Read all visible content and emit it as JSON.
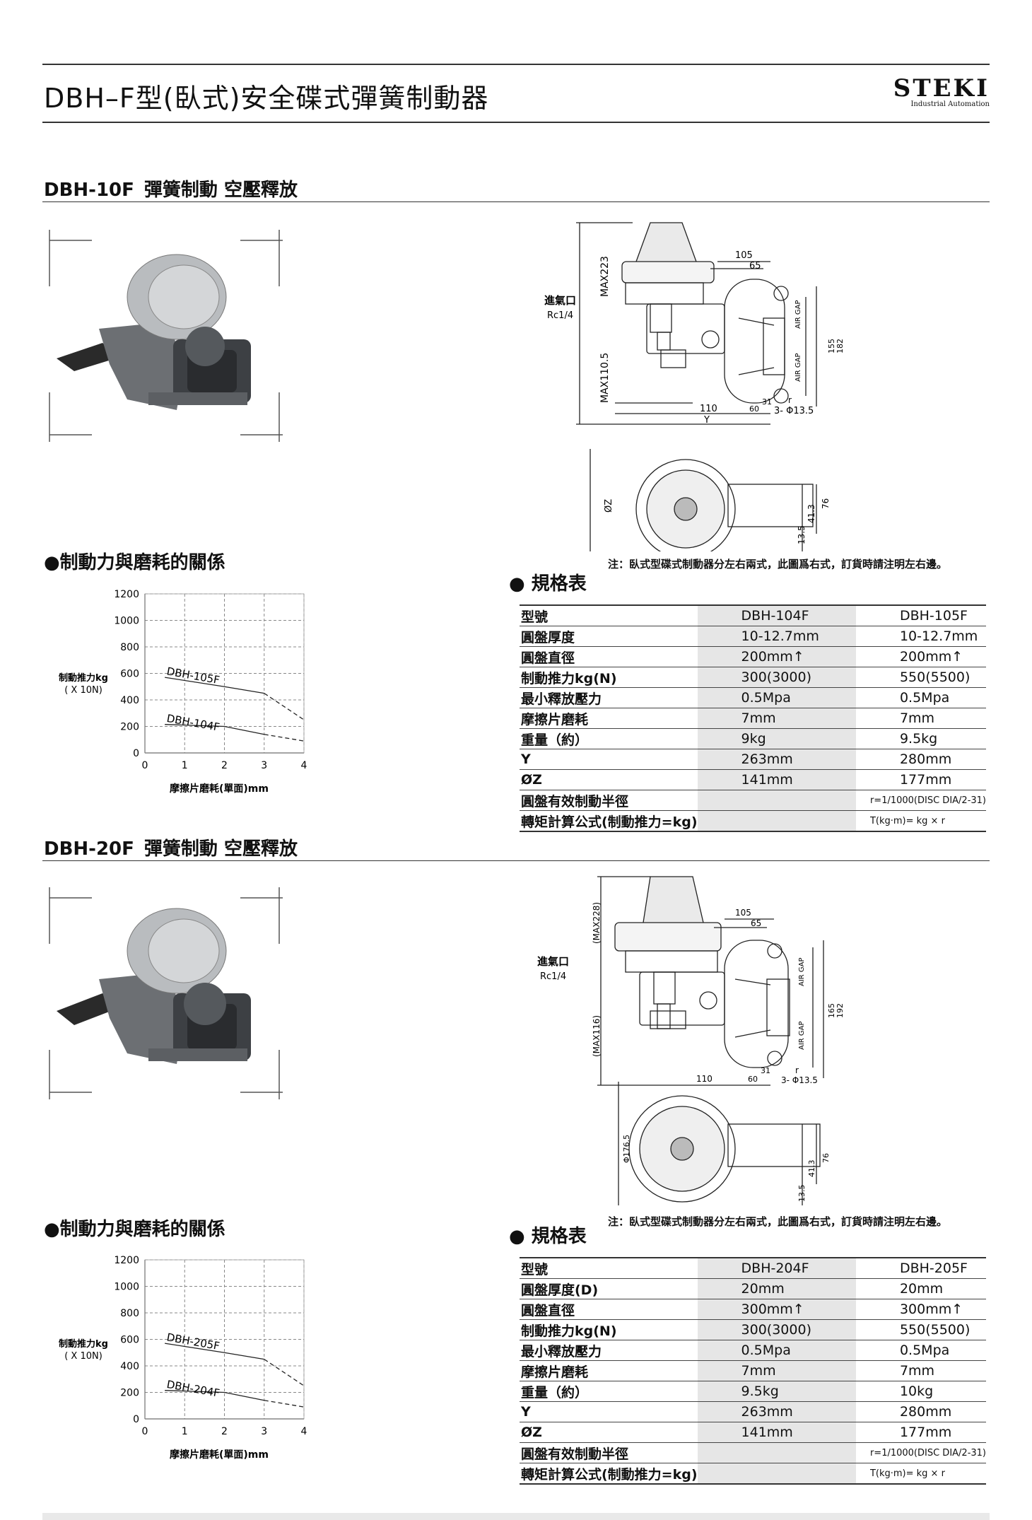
{
  "header": {
    "title": "DBH–F型(臥式)安全碟式彈簧制動器",
    "logo": "STEKI",
    "logo_sub": "Industrial Automation"
  },
  "sections": [
    {
      "model": "DBH-10F",
      "title": "彈簧制動 空壓釋放",
      "chart_heading": "●制動力與磨耗的關係",
      "spec_heading": "● 規格表",
      "note": "注：臥式型碟式制動器分左右兩式，此圖爲右式，訂貨時請注明左右邊。",
      "drawing": {
        "inlet": "進氣口",
        "inlet_size": "Rc1/4",
        "max_top": "MAX223",
        "max_bottom": "MAX110.5",
        "dim_105": "105",
        "dim_65": "65",
        "dim_110": "110",
        "dim_60": "60",
        "dim_31": "31",
        "dim_y": "Y",
        "dim_r": "r",
        "holes": "3- Φ13.5",
        "air_gap": "AIR GAP",
        "dim_155": "155",
        "dim_182": "182",
        "dia": "ØZ",
        "dim_41_3": "41.3",
        "dim_76": "76",
        "dim_13_5": "13.5"
      },
      "spec": {
        "rows": [
          [
            "型號",
            "DBH-104F",
            "DBH-105F"
          ],
          [
            "圓盤厚度",
            "10-12.7mm",
            "10-12.7mm"
          ],
          [
            "圓盤直徑",
            "200mm↑",
            "200mm↑"
          ],
          [
            "制動推力kg(N)",
            "300(3000)",
            "550(5500)"
          ],
          [
            "最小釋放壓力",
            "0.5Mpa",
            "0.5Mpa"
          ],
          [
            "摩擦片磨耗",
            "7mm",
            "7mm"
          ],
          [
            "重量（約）",
            "9kg",
            "9.5kg"
          ],
          [
            " Y",
            "263mm",
            "280mm"
          ],
          [
            "ØZ",
            "141mm",
            "177mm"
          ],
          [
            "圓盤有效制動半徑",
            "",
            "r=1/1000(DISC DIA/2-31)"
          ],
          [
            "轉矩計算公式(制動推力=kg)",
            "",
            "T(kg·m)= kg × r"
          ]
        ]
      },
      "chart_data": {
        "type": "line",
        "ylabel": "制動推力kg\n( X 10N)",
        "ylabel_line1": "制動推力kg",
        "ylabel_line2": "( X 10N)",
        "xlabel": "摩擦片磨耗(單面)mm",
        "x_ticks": [
          "0",
          "1",
          "2",
          "3",
          "4"
        ],
        "y_ticks": [
          "0",
          "200",
          "400",
          "600",
          "800",
          "1000",
          "1200"
        ],
        "xlim": [
          0,
          4
        ],
        "ylim": [
          0,
          1200
        ],
        "grid": true,
        "series": [
          {
            "name": "DBH-105F",
            "x": [
              0.5,
              2.0,
              3.0,
              4.0
            ],
            "values": [
              570,
              500,
              450,
              250
            ]
          },
          {
            "name": "DBH-104F",
            "x": [
              0.5,
              2.0,
              3.0,
              4.0
            ],
            "values": [
              215,
              200,
              140,
              90
            ]
          }
        ]
      }
    },
    {
      "model": "DBH-20F",
      "title": "彈簧制動 空壓釋放",
      "chart_heading": "●制動力與磨耗的關係",
      "spec_heading": "● 規格表",
      "note": "注：臥式型碟式制動器分左右兩式，此圖爲右式，訂貨時請注明左右邊。",
      "drawing": {
        "inlet": "進氣口",
        "inlet_size": "Rc1/4",
        "max_top": "(MAX228)",
        "max_bottom": "(MAX116)",
        "dim_105": "105",
        "dim_65": "65",
        "dim_110": "110",
        "dim_60": "60",
        "dim_31": "31",
        "dim_r": "r",
        "holes": "3- Φ13.5",
        "air_gap": "AIR GAP",
        "dim_155": "165",
        "dim_182": "192",
        "dia": "Φ176.5",
        "dim_41_3": "41.3",
        "dim_76": "76",
        "dim_13_5": "13.5"
      },
      "spec": {
        "rows": [
          [
            "型號",
            "DBH-204F",
            "DBH-205F"
          ],
          [
            "圓盤厚度(D)",
            "20mm",
            "20mm"
          ],
          [
            "圓盤直徑",
            "300mm↑",
            "300mm↑"
          ],
          [
            "制動推力kg(N)",
            "300(3000)",
            "550(5500)"
          ],
          [
            "最小釋放壓力",
            "0.5Mpa",
            "0.5Mpa"
          ],
          [
            "摩擦片磨耗",
            "7mm",
            "7mm"
          ],
          [
            "重量（約）",
            "9.5kg",
            "10kg"
          ],
          [
            " Y",
            "263mm",
            "280mm"
          ],
          [
            "ØZ",
            "141mm",
            "177mm"
          ],
          [
            "圓盤有效制動半徑",
            "",
            "r=1/1000(DISC DIA/2-31)"
          ],
          [
            "轉矩計算公式(制動推力=kg)",
            "",
            "T(kg·m)= kg × r"
          ]
        ]
      },
      "chart_data": {
        "type": "line",
        "ylabel": "制動推力kg\n( X 10N)",
        "ylabel_line1": "制動推力kg",
        "ylabel_line2": "( X 10N)",
        "xlabel": "摩擦片磨耗(單面)mm",
        "x_ticks": [
          "0",
          "1",
          "2",
          "3",
          "4"
        ],
        "y_ticks": [
          "0",
          "200",
          "400",
          "600",
          "800",
          "1000",
          "1200"
        ],
        "xlim": [
          0,
          4
        ],
        "ylim": [
          0,
          1200
        ],
        "grid": true,
        "series": [
          {
            "name": "DBH-205F",
            "x": [
              0.5,
              2.0,
              3.0,
              4.0
            ],
            "values": [
              570,
              500,
              450,
              250
            ]
          },
          {
            "name": "DBH-204F",
            "x": [
              0.5,
              2.0,
              3.0,
              4.0
            ],
            "values": [
              215,
              200,
              140,
              90
            ]
          }
        ]
      }
    }
  ]
}
